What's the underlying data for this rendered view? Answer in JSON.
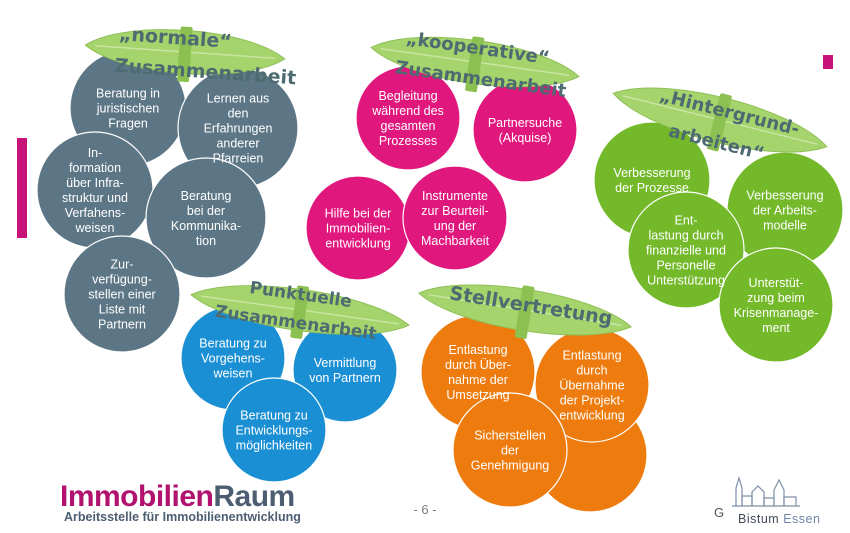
{
  "colors": {
    "grey": "#5d7686",
    "magenta": "#e0177d",
    "green": "#73b92a",
    "blue": "#1a8fd3",
    "orange": "#ee7b0e",
    "leaf": "#a4d46b",
    "leaf_text": "#4d6b71",
    "accent_bar": "#c8147a"
  },
  "clusters": [
    {
      "id": "normale",
      "color": "grey",
      "title_lines": [
        "„normale“",
        "Zusammenarbeit"
      ],
      "circles": [
        "Beratung in\njuristischen\nFragen",
        "Lernen aus\nden\nErfahrungen\nanderer\nPfarreien",
        "In-\nformation\nüber Infra-\nstruktur und\nVerfahens-\nweisen",
        "Beratung\nbei der\nKommunika-\ntion",
        "Zur-\nverfügung-\nstellen einer\nListe mit\nPartnern"
      ]
    },
    {
      "id": "kooperative",
      "color": "magenta",
      "title_lines": [
        "„kooperative“",
        "Zusammenarbeit"
      ],
      "circles": [
        "Begleitung\nwährend des\ngesamten\nProzesses",
        "Partnersuche\n(Akquise)",
        "Hilfe bei der\nImmobilien-\nentwicklung",
        "Instrumente\nzur Beurteil-\nung der\nMachbarkeit"
      ]
    },
    {
      "id": "hintergrund",
      "color": "green",
      "title_lines": [
        "„Hintergrund-",
        "arbeiten“"
      ],
      "circles": [
        "Verbesserung\nder Prozesse",
        "Verbesserung\nder Arbeits-\nmodelle",
        "Ent-\nlastung durch\nfinanzielle und\nPersonelle\nUnterstützung",
        "Unterstüt-\nzung beim\nKrisenmanage-\nment"
      ]
    },
    {
      "id": "punktuelle",
      "color": "blue",
      "title_lines": [
        "Punktuelle",
        "Zusammenarbeit"
      ],
      "circles": [
        "Beratung zu\nVorgehens-\nweisen",
        "Vermittlung\nvon Partnern",
        "Beratung zu\nEntwicklungs-\nmöglichkeiten"
      ]
    },
    {
      "id": "stellvertretung",
      "color": "orange",
      "title_lines": [
        "Stellvertretung"
      ],
      "circles": [
        "Entlastung\ndurch Über-\nnahme der\nUmsetzung",
        "Entlastung\ndurch\nÜbernahme\nder Projekt-\nentwicklung",
        "Sicherstellen\nder\nGenehmigung"
      ]
    }
  ],
  "footer": {
    "logo_part1": "Immobilien",
    "logo_part2": "Raum",
    "subtitle": "Arbeitsstelle für Immobilienentwicklung",
    "page_number": "- 6 -",
    "bistum_g": "G",
    "bistum_word1": "Bistum",
    "bistum_word2": "Essen"
  }
}
